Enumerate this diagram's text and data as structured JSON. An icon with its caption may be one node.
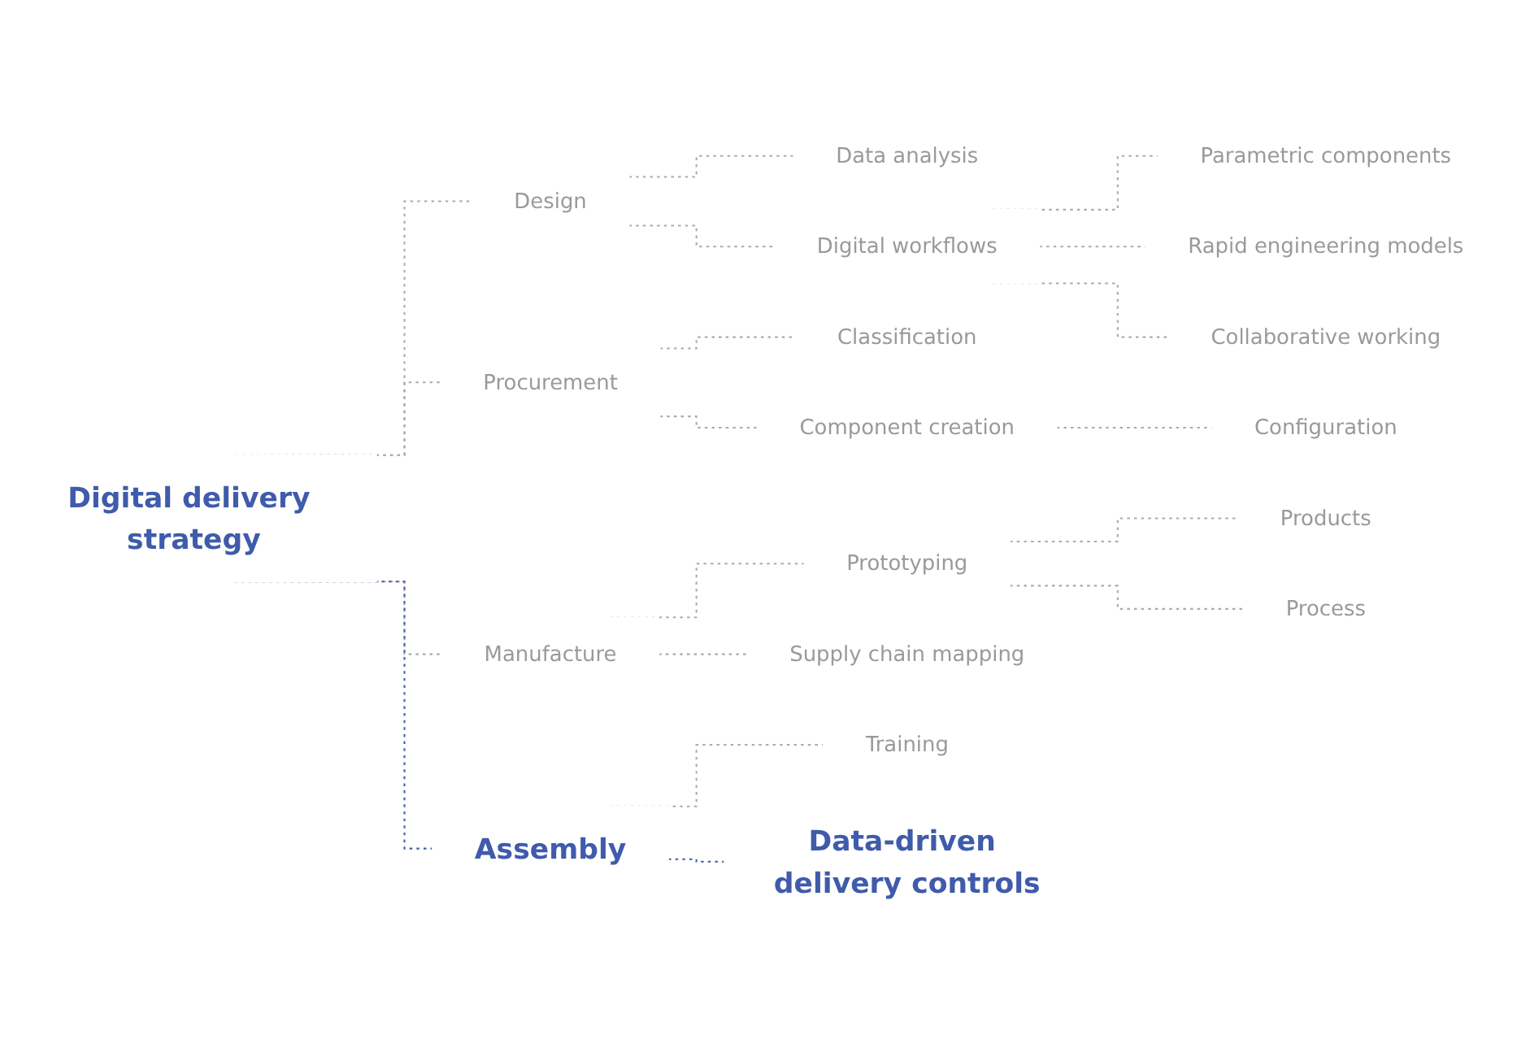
{
  "diagram": {
    "nodes": [
      {
        "text": [
          "Digital delivery strategy"
        ]
      },
      {
        "text": [
          "Design"
        ]
      },
      {
        "text": [
          "Procurement"
        ]
      },
      {
        "text": [
          "Manufacture"
        ]
      },
      {
        "text": [
          "Assembly"
        ]
      },
      {
        "text": [
          "Data analysis"
        ]
      },
      {
        "text": [
          "Digital workflows"
        ]
      },
      {
        "text": [
          "Parametric components"
        ]
      },
      {
        "text": [
          "Rapid engineering models"
        ]
      },
      {
        "text": [
          "Collaborative working"
        ]
      },
      {
        "text": [
          "Classification"
        ]
      },
      {
        "text": [
          "Component creation"
        ]
      },
      {
        "text": [
          "Configuration"
        ]
      },
      {
        "text": [
          "Prototyping"
        ]
      },
      {
        "text": [
          "Supply chain mapping"
        ]
      },
      {
        "text": [
          "Products"
        ]
      },
      {
        "text": [
          "Process"
        ]
      },
      {
        "text": [
          "Training"
        ]
      },
      {
        "text": [
          "Data-driven delivery controls"
        ]
      }
    ],
    "edges": [
      {
        "from": 0,
        "to": 1,
        "arrow": "none",
        "style": "dashed"
      },
      {
        "from": 0,
        "to": 2,
        "arrow": "none",
        "style": "dashed"
      },
      {
        "from": 0,
        "to": 3,
        "arrow": "none",
        "style": "dashed"
      },
      {
        "from": 0,
        "to": 4,
        "arrow": "none",
        "style": "dashed",
        "color": "#3f5bab"
      },
      {
        "from": 1,
        "to": 5,
        "arrow": "none",
        "style": "dashed"
      },
      {
        "from": 1,
        "to": 6,
        "arrow": "none",
        "style": "dashed"
      },
      {
        "from": 6,
        "to": 7,
        "arrow": "none",
        "style": "dashed"
      },
      {
        "from": 6,
        "to": 8,
        "arrow": "none",
        "style": "dashed"
      },
      {
        "from": 6,
        "to": 9,
        "arrow": "none",
        "style": "dashed"
      },
      {
        "from": 2,
        "to": 10,
        "arrow": "none",
        "style": "dashed"
      },
      {
        "from": 2,
        "to": 11,
        "arrow": "none",
        "style": "dashed"
      },
      {
        "from": 11,
        "to": 12,
        "arrow": "none",
        "style": "dashed"
      },
      {
        "from": 3,
        "to": 13,
        "arrow": "none",
        "style": "dashed"
      },
      {
        "from": 3,
        "to": 14,
        "arrow": "none",
        "style": "dashed"
      },
      {
        "from": 13,
        "to": 15,
        "arrow": "none",
        "style": "dashed"
      },
      {
        "from": 13,
        "to": 16,
        "arrow": "none",
        "style": "dashed"
      },
      {
        "from": 4,
        "to": 17,
        "arrow": "none",
        "style": "dashed"
      },
      {
        "from": 4,
        "to": 18,
        "arrow": "none",
        "style": "dashed",
        "color": "#3f5bab"
      }
    ]
  }
}
